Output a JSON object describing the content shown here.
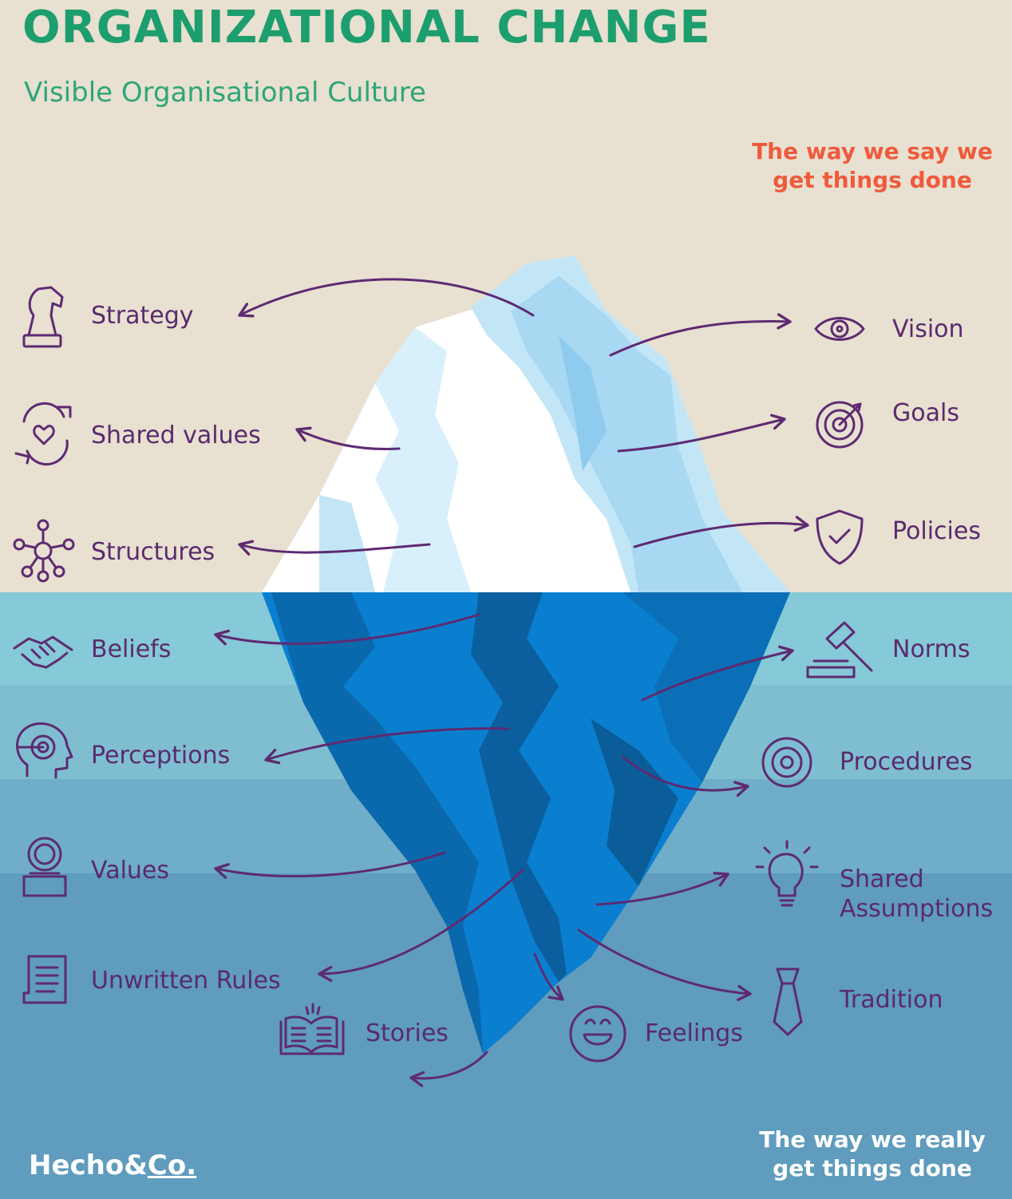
{
  "title": "ORGANIZATIONAL CHANGE",
  "subtitle": "Visible Organisational Culture",
  "top_callout": {
    "line1": "The way we say we",
    "line2": "get things done"
  },
  "bottom_callout": {
    "line1": "The way we really",
    "line2": "get things done"
  },
  "brand": {
    "part1": "Hecho&",
    "part2": "Co."
  },
  "visible_items": {
    "left": [
      "Strategy",
      "Shared values",
      "Structures"
    ],
    "right": [
      "Vision",
      "Goals",
      "Policies"
    ]
  },
  "hidden_items": {
    "left": [
      "Beliefs",
      "Perceptions",
      "Values",
      "Unwritten Rules"
    ],
    "right": [
      "Norms",
      "Procedures",
      "Shared",
      "Assumptions",
      "Tradition"
    ],
    "bottom": [
      "Stories",
      "Feelings"
    ]
  },
  "colors": {
    "title": "#1d9e6e",
    "subtitle": "#2ea57a",
    "sky": "#e8e0d0",
    "callout_top": "#f05a3c",
    "callout_bottom": "#ffffff",
    "label": "#5a2a6e",
    "arrow": "#5e2a72",
    "water_1": "#86c9d8",
    "water_2": "#7fbdd1",
    "water_3": "#70adc8",
    "water_4": "#5f9cbd"
  }
}
